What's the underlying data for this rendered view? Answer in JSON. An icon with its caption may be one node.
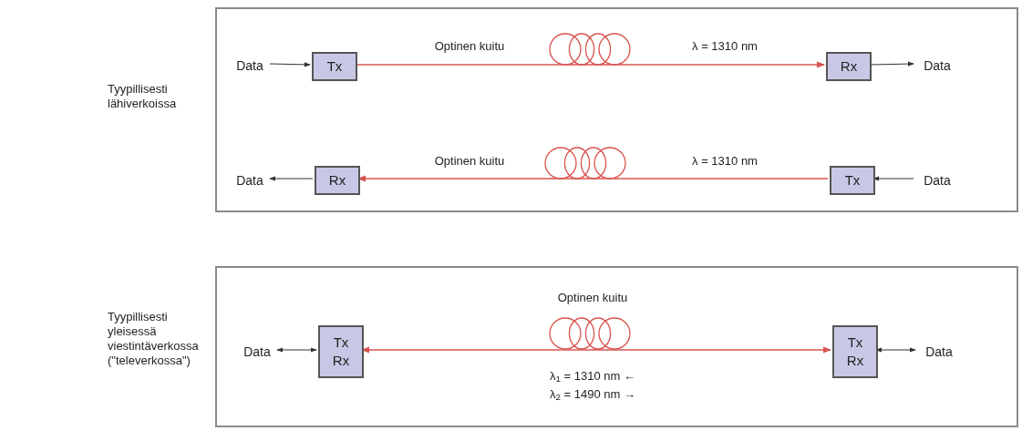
{
  "diagram": {
    "nodes": [
      {
        "text": [],
        "shape": "box",
        "beside": [
          "Tyypillisesti lähiverkoissa"
        ]
      },
      {
        "text": [
          "Data"
        ],
        "in": 0
      },
      {
        "text": [
          "Tx"
        ],
        "in": 0
      },
      {
        "text": [
          "Rx"
        ],
        "in": 0
      },
      {
        "text": [
          "Data"
        ],
        "in": 0
      },
      {
        "text": [
          "Data"
        ],
        "in": 0
      },
      {
        "text": [
          "Rx"
        ],
        "in": 0
      },
      {
        "text": [
          "Tx"
        ],
        "in": 0
      },
      {
        "text": [
          "Data"
        ],
        "in": 0
      },
      {
        "text": [],
        "shape": "box",
        "beside": [
          "Tyypillisesti yleisessä viestintäverkossa (\"televerkossa\")"
        ]
      },
      {
        "text": [
          "Data"
        ],
        "in": 9
      },
      {
        "text": [
          "Tx Rx"
        ],
        "in": 9
      },
      {
        "text": [
          "Tx Rx"
        ],
        "in": 9
      },
      {
        "text": [
          "Data"
        ],
        "in": 9
      }
    ],
    "edges": [
      {
        "from": 1,
        "to": 2,
        "arrow": "to"
      },
      {
        "from": 2,
        "to": 3,
        "arrow": "to",
        "color": "#d9534f"
      },
      {
        "from": 3,
        "to": 4,
        "arrow": "to"
      },
      {
        "from": 6,
        "to": 5,
        "arrow": "to"
      },
      {
        "from": 7,
        "to": 6,
        "arrow": "to",
        "color": "#d9534f"
      },
      {
        "from": 8,
        "to": 7,
        "arrow": "to"
      },
      {
        "from": 10,
        "to": 11,
        "arrow": "both"
      },
      {
        "from": 11,
        "to": 12,
        "arrow": "both",
        "color": "#d9534f"
      },
      {
        "from": 12,
        "to": 13,
        "arrow": "both"
      }
    ],
    "labels": [
      "Optinen kuitu",
      "λ = 1310 nm",
      "Optinen kuitu",
      "λ = 1310 nm",
      "Optinen kuitu",
      "λ$_{1}$ = 1310 nm ←",
      "λ$_{2}$ = 1490 nm →"
    ]
  }
}
